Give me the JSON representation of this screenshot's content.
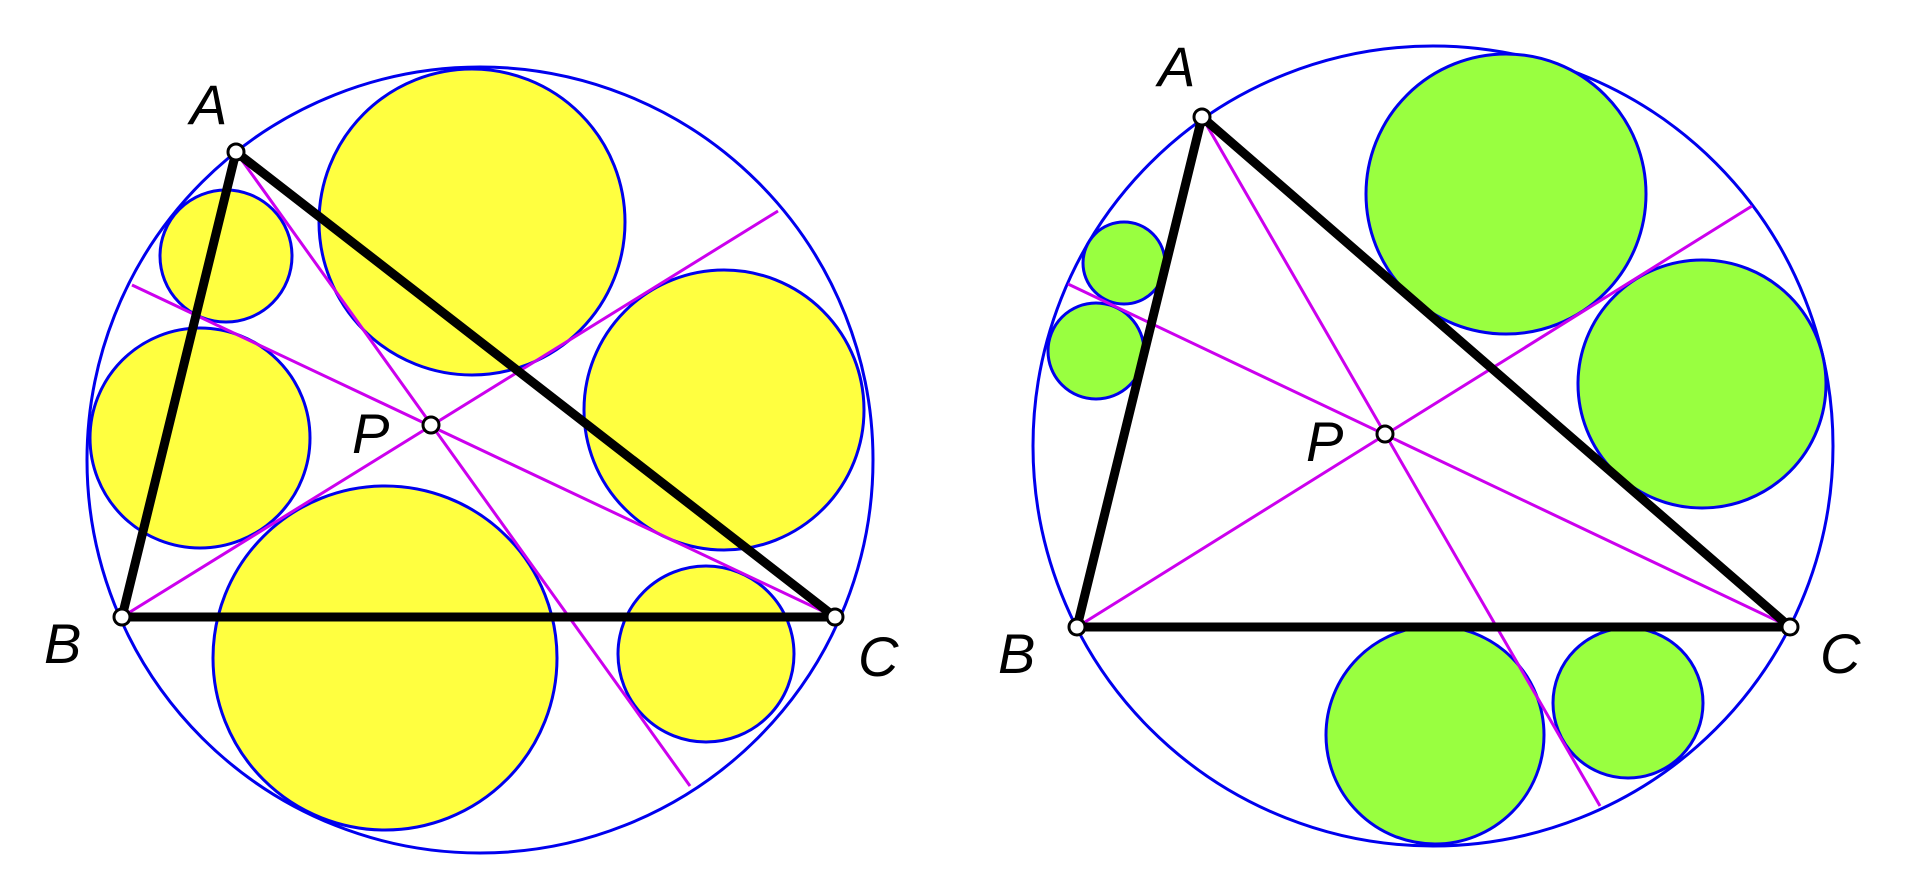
{
  "colors": {
    "circle_stroke": "#0000ee",
    "cevian": "#cc00ee",
    "triangle": "#000000",
    "fill_left": "#ffff40",
    "fill_right": "#99ff40",
    "point_fill": "#ffffff"
  },
  "labels": {
    "left": {
      "A": "A",
      "B": "B",
      "C": "C",
      "P": "P"
    },
    "right": {
      "A": "A",
      "B": "B",
      "C": "C",
      "P": "P"
    }
  }
}
